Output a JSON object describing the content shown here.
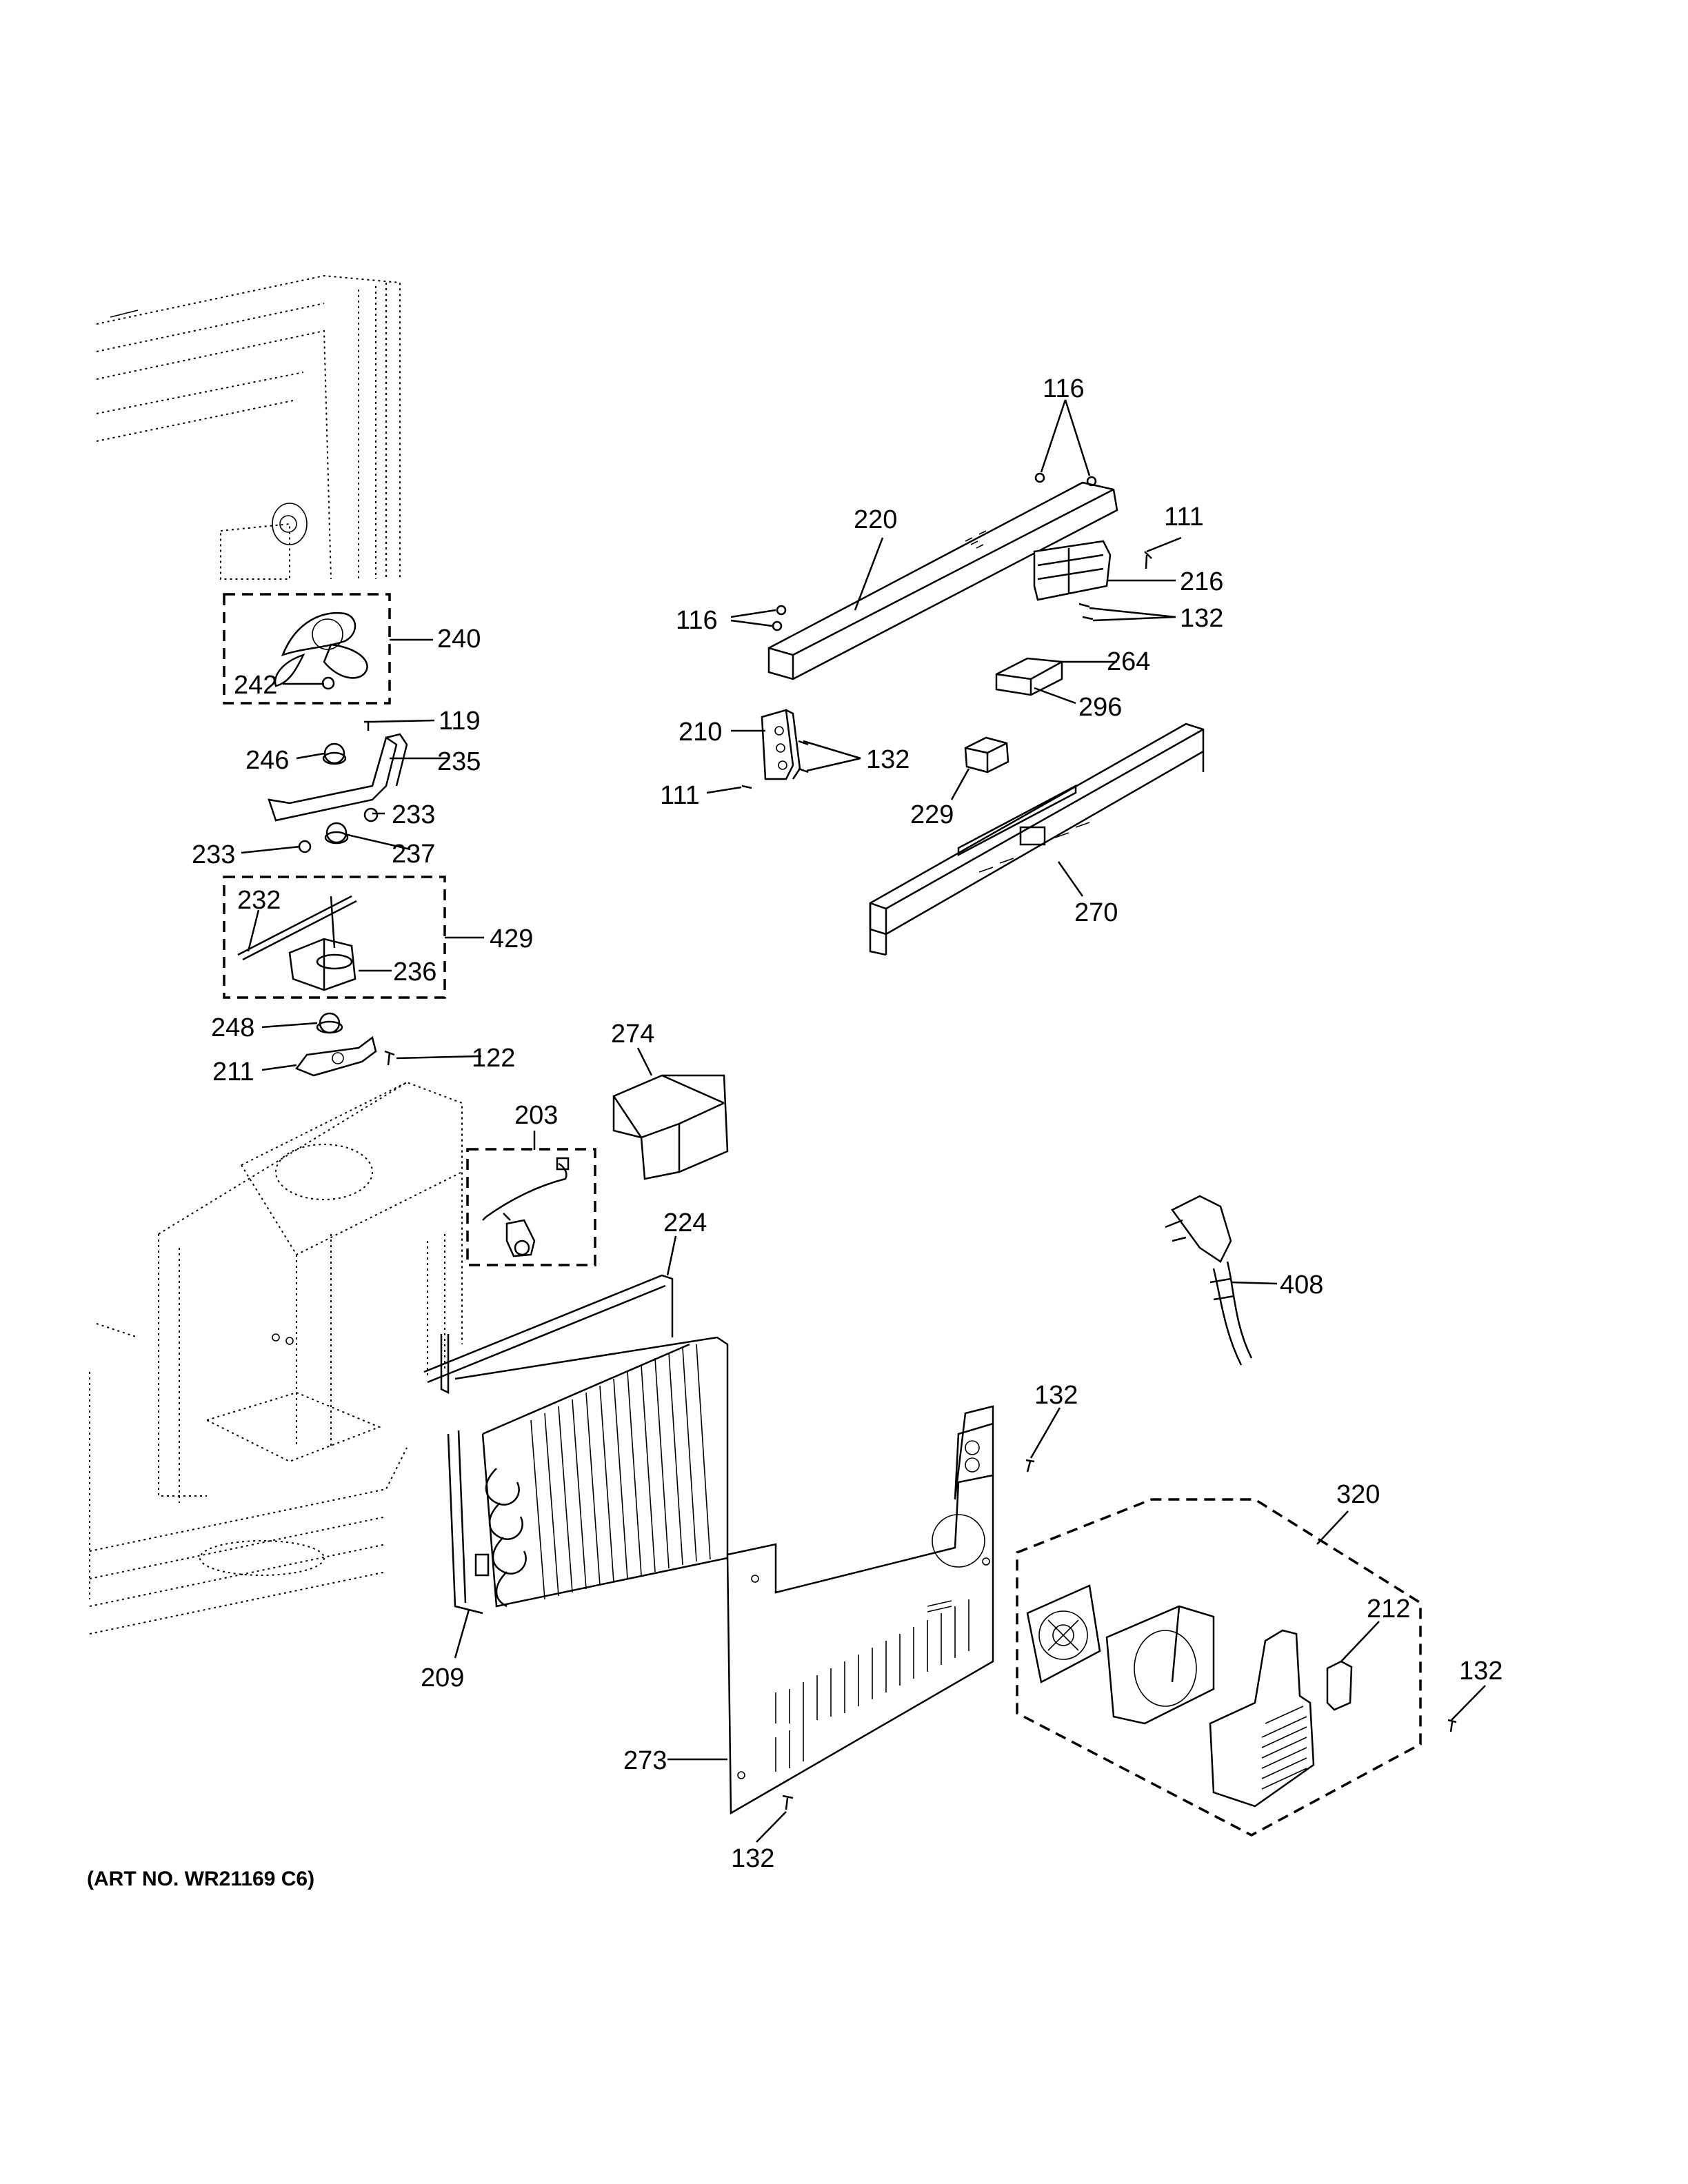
{
  "art_number": "(ART NO. WR21169 C6)",
  "callouts": {
    "c116_top": "116",
    "c111_top": "111",
    "c220": "220",
    "c216": "216",
    "c116_left": "116",
    "c132_a": "132",
    "c240": "240",
    "c264": "264",
    "c242": "242",
    "c296": "296",
    "c119": "119",
    "c210": "210",
    "c246": "246",
    "c235": "235",
    "c132_b": "132",
    "c111_left": "111",
    "c229": "229",
    "c233_right": "233",
    "c233_left": "233",
    "c237": "237",
    "c232": "232",
    "c270": "270",
    "c429": "429",
    "c236": "236",
    "c248": "248",
    "c274": "274",
    "c122": "122",
    "c211": "211",
    "c203": "203",
    "c224": "224",
    "c408": "408",
    "c132_c": "132",
    "c320": "320",
    "c212": "212",
    "c132_d": "132",
    "c209": "209",
    "c273": "273",
    "c132_e": "132"
  }
}
